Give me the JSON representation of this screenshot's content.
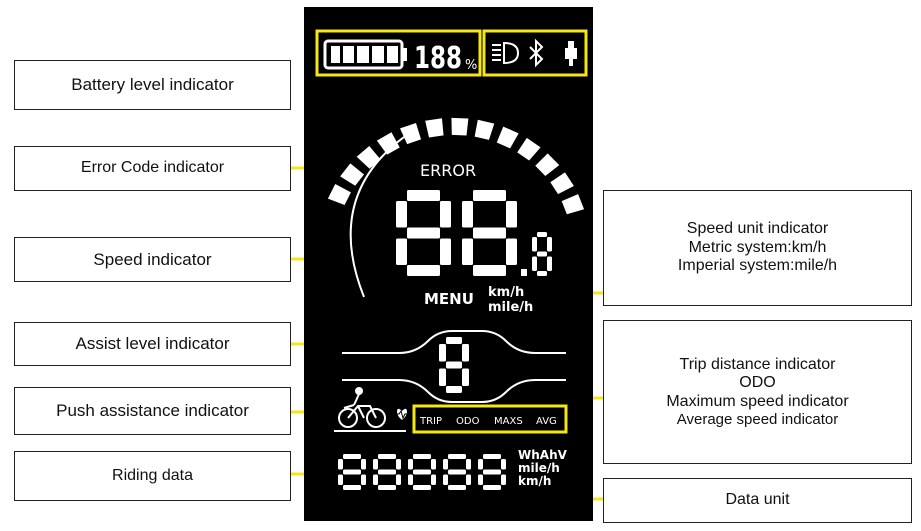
{
  "labels": {
    "battery": "Battery level indicator",
    "error": "Error Code indicator",
    "speed": "Speed indicator",
    "assist": "Assist level indicator",
    "push": "Push assistance indicator",
    "riding": "Riding data",
    "speed_unit": [
      "Speed unit indicator",
      "Metric system:km/h",
      "Imperial system:mile/h"
    ],
    "trip": [
      "Trip distance indicator",
      "ODO",
      "Maximum speed indicator",
      "Average speed indicator"
    ],
    "data_unit": "Data unit"
  },
  "display": {
    "battery_percent_digits": "188",
    "percent_sign": "%",
    "error_text": "ERROR",
    "menu_text": "MENU",
    "speed_unit_metric": "km/h",
    "speed_unit_imperial": "mile/h",
    "trip_modes": [
      "TRIP",
      "ODO",
      "MAXS",
      "AVG"
    ],
    "data_units": [
      "WhAhV",
      "mile/h",
      "km/h"
    ]
  },
  "colors": {
    "highlight": "#f5e614",
    "lcd_background": "#000000",
    "segment": "#ffffff"
  },
  "icons": [
    "battery-icon",
    "headlight-icon",
    "bluetooth-icon",
    "usb-icon",
    "bicycle-icon",
    "heart-icon"
  ]
}
